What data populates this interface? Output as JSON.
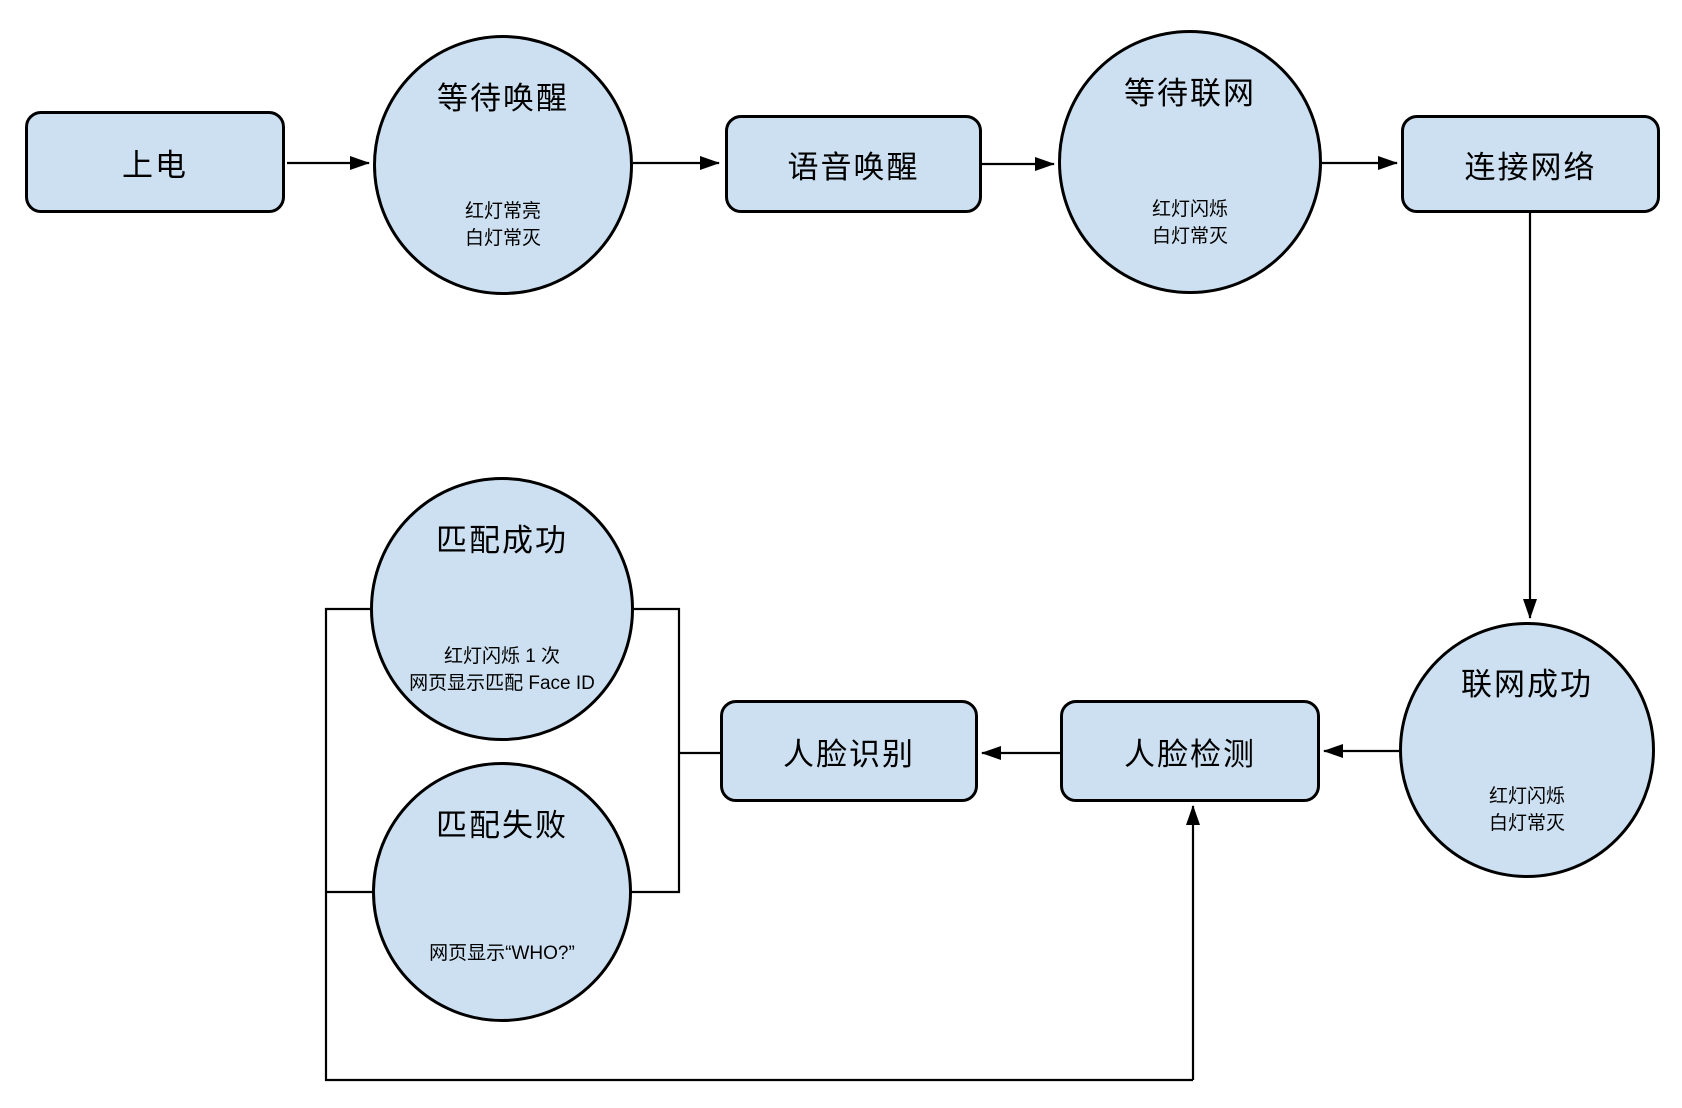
{
  "diagram": {
    "background_color": "#ffffff",
    "node_fill_color": "#cde0f1",
    "node_border_color": "#000000",
    "connector_color": "#000000",
    "nodes": {
      "power_on": {
        "shape": "rounded-rect",
        "label": "上电"
      },
      "wait_wake": {
        "shape": "circle",
        "label": "等待唤醒",
        "sub": [
          "红灯常亮",
          "白灯常灭"
        ]
      },
      "voice_wake": {
        "shape": "rounded-rect",
        "label": "语音唤醒"
      },
      "wait_network": {
        "shape": "circle",
        "label": "等待联网",
        "sub": [
          "红灯闪烁",
          "白灯常灭"
        ]
      },
      "connect_network": {
        "shape": "rounded-rect",
        "label": "连接网络"
      },
      "network_success": {
        "shape": "circle",
        "label": "联网成功",
        "sub": [
          "红灯闪烁",
          "白灯常灭"
        ]
      },
      "face_detect": {
        "shape": "rounded-rect",
        "label": "人脸检测"
      },
      "face_recognize": {
        "shape": "rounded-rect",
        "label": "人脸识别"
      },
      "match_success": {
        "shape": "circle",
        "label": "匹配成功",
        "sub": [
          "红灯闪烁 1 次",
          "网页显示匹配 Face ID"
        ]
      },
      "match_fail": {
        "shape": "circle",
        "label": "匹配失败",
        "sub": [
          "网页显示“WHO?”"
        ]
      }
    },
    "edges": [
      {
        "from": "power_on",
        "to": "wait_wake",
        "arrow": true
      },
      {
        "from": "wait_wake",
        "to": "voice_wake",
        "arrow": true
      },
      {
        "from": "voice_wake",
        "to": "wait_network",
        "arrow": true
      },
      {
        "from": "wait_network",
        "to": "connect_network",
        "arrow": true
      },
      {
        "from": "connect_network",
        "to": "network_success",
        "arrow": true
      },
      {
        "from": "network_success",
        "to": "face_detect",
        "arrow": true
      },
      {
        "from": "face_detect",
        "to": "face_recognize",
        "arrow": true
      },
      {
        "from": "face_recognize",
        "to": "match_success",
        "arrow": false
      },
      {
        "from": "face_recognize",
        "to": "match_fail",
        "arrow": false
      },
      {
        "from": "match_success",
        "to": "face_detect",
        "arrow": true
      },
      {
        "from": "match_fail",
        "to": "face_detect",
        "arrow": true
      }
    ]
  }
}
